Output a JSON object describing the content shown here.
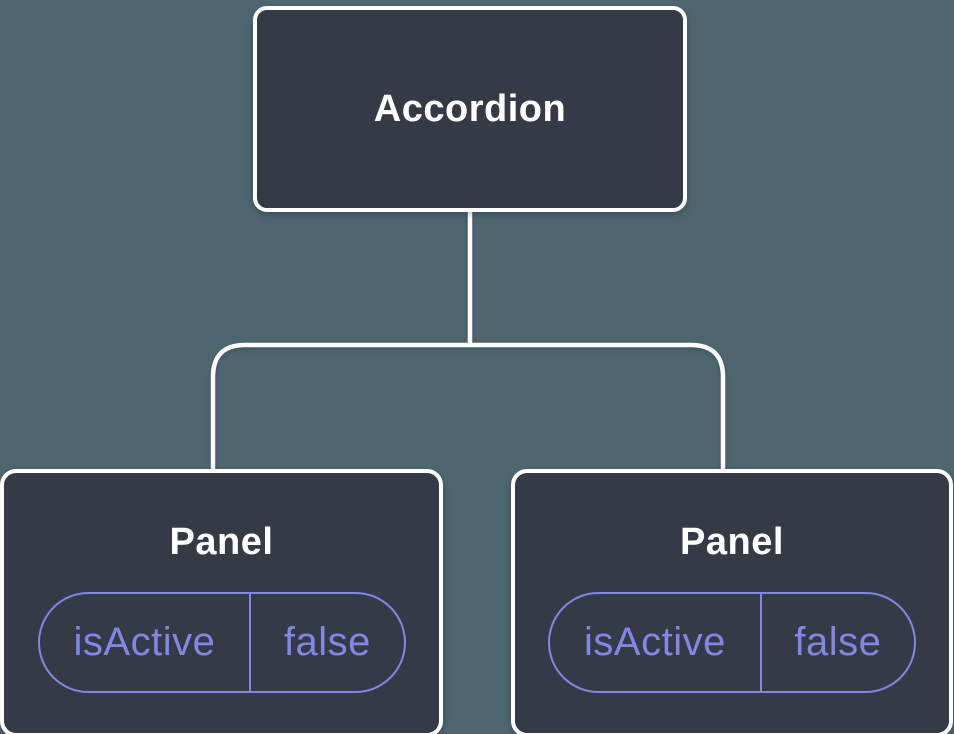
{
  "diagram": {
    "type": "component-tree",
    "colors": {
      "background": "#4d6670",
      "node_fill": "#343a46",
      "node_border": "#ffffff",
      "connector": "#ffffff",
      "accent": "#8286e5"
    },
    "root": {
      "label": "Accordion"
    },
    "children": [
      {
        "label": "Panel",
        "state": {
          "name": "isActive",
          "value": "false"
        }
      },
      {
        "label": "Panel",
        "state": {
          "name": "isActive",
          "value": "false"
        }
      }
    ]
  }
}
